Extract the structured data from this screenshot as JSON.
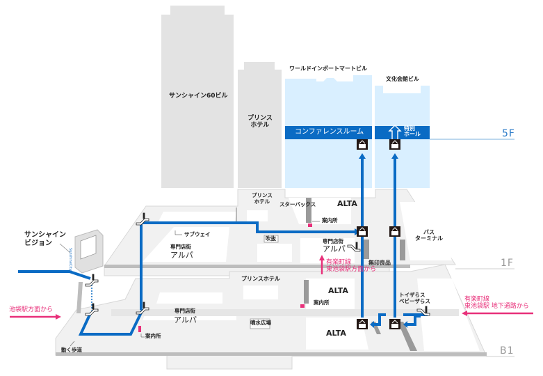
{
  "title": "Sunshine City access map",
  "colors": {
    "route": "#0a6bc4",
    "pink": "#e8307a",
    "building": "#e3e3e3",
    "highlight_building": "#d9efff",
    "floor_plate": "#efefef",
    "room_band": "#0a6bc4"
  },
  "buildings": {
    "sunshine60": "サンシャイン60ビル",
    "prince_hotel": [
      "プリンス",
      "ホテル"
    ],
    "world_import_mart": "ワールドインポートマートビル",
    "bunka_kaikan": "文化会館ビル"
  },
  "rooms_5f": {
    "conference_room": "コンファレンスルーム",
    "special_hall": [
      "特別",
      "ホール"
    ]
  },
  "floors": {
    "f5": "5F",
    "f1": "1F",
    "b1": "B1"
  },
  "floor_1f": {
    "prince_hotel": [
      "プリンス",
      "ホテル"
    ],
    "starbucks": "スターバックス",
    "alta": "ALTA",
    "info": "案内所",
    "subway": "サブウェイ",
    "alpa_sub": "専門店街",
    "alpa": "アルパ",
    "fukinuke": "吹抜",
    "alpa2_sub": "専門店街",
    "alpa2": "アルパ",
    "muji": "無印良品",
    "bus_terminal": [
      "バス",
      "ターミナル"
    ]
  },
  "floor_b1": {
    "prince_hotel": "プリンスホテル",
    "alta_top": "ALTA",
    "info": "案内所",
    "alpa_sub": "専門店街",
    "alpa": "アルパ",
    "info2": "案内所",
    "funsui": "噴水広場",
    "alta_bottom": "ALTA",
    "toys": [
      "トイザらス",
      "ベビーザらス"
    ],
    "moving_walkway": "動く歩道"
  },
  "landmarks": {
    "sunshine_vision": [
      "サンシャイン",
      "ビジョン"
    ],
    "vision_brand": "SunshineCity"
  },
  "directions": {
    "from_ikebukuro": "池袋駅方面から",
    "from_yurakucho_east": [
      "有楽町線",
      "東池袋駅方面から"
    ],
    "from_yurakucho_underground": [
      "有楽町線",
      "東池袋駅 地下通路から"
    ]
  },
  "icons": [
    "elevator-icon",
    "escalator-icon",
    "route-arrow",
    "direction-arrow"
  ]
}
